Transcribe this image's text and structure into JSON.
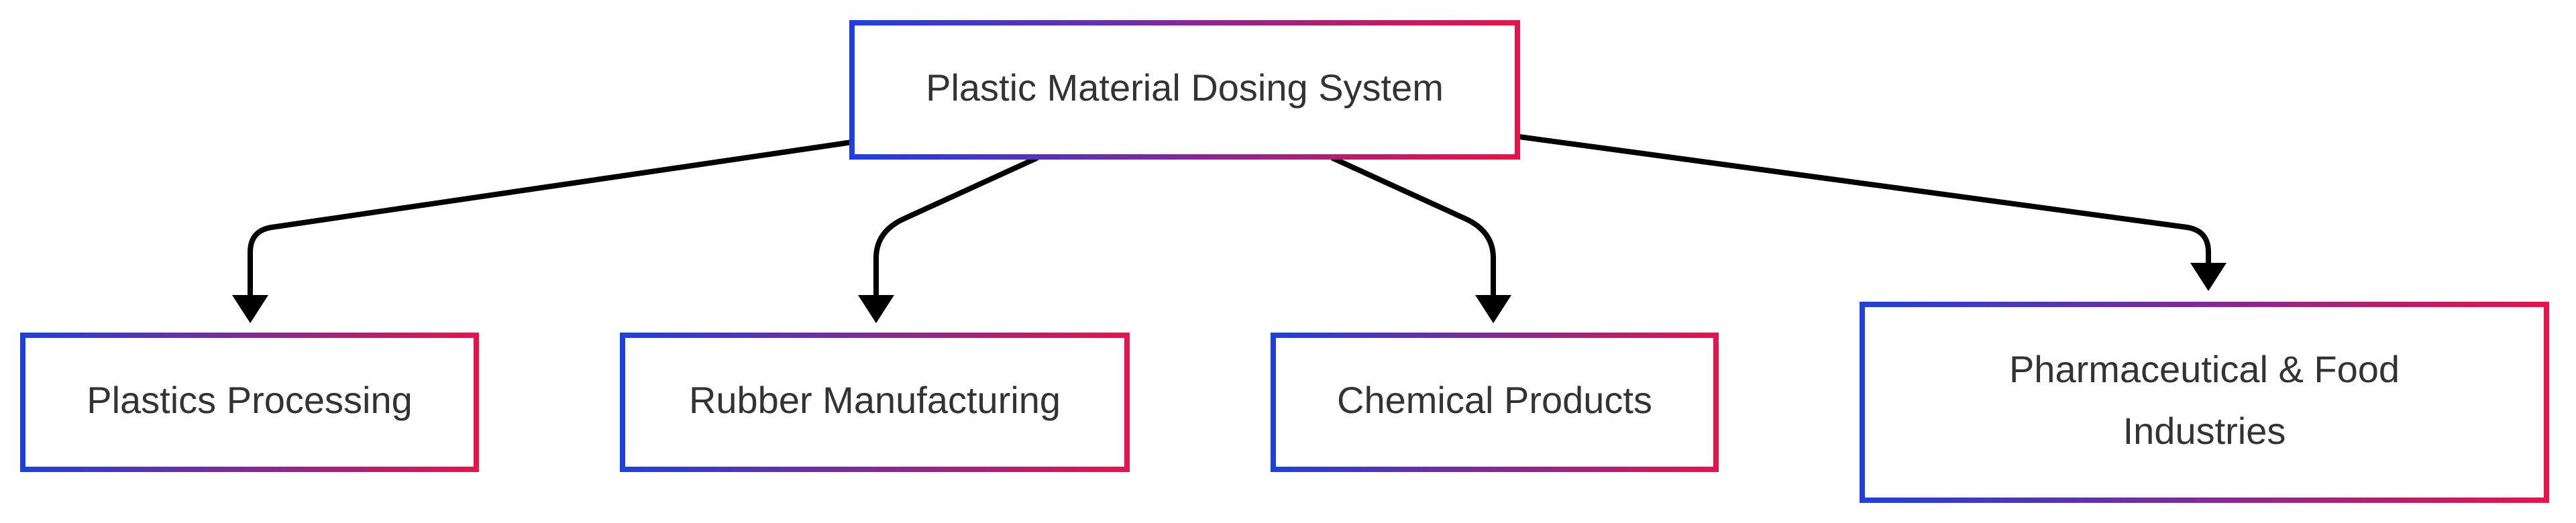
{
  "diagram": {
    "colors": {
      "gradient_start": "#1e40e0",
      "gradient_end": "#e8134a",
      "edge": "#000000",
      "text": "#333333",
      "background": "#ffffff"
    },
    "root": {
      "label": "Plastic Material Dosing System"
    },
    "children": [
      {
        "label": "Plastics Processing"
      },
      {
        "label": "Rubber Manufacturing"
      },
      {
        "label": "Chemical Products"
      },
      {
        "label_line1": "Pharmaceutical & Food",
        "label_line2": "Industries"
      }
    ]
  }
}
